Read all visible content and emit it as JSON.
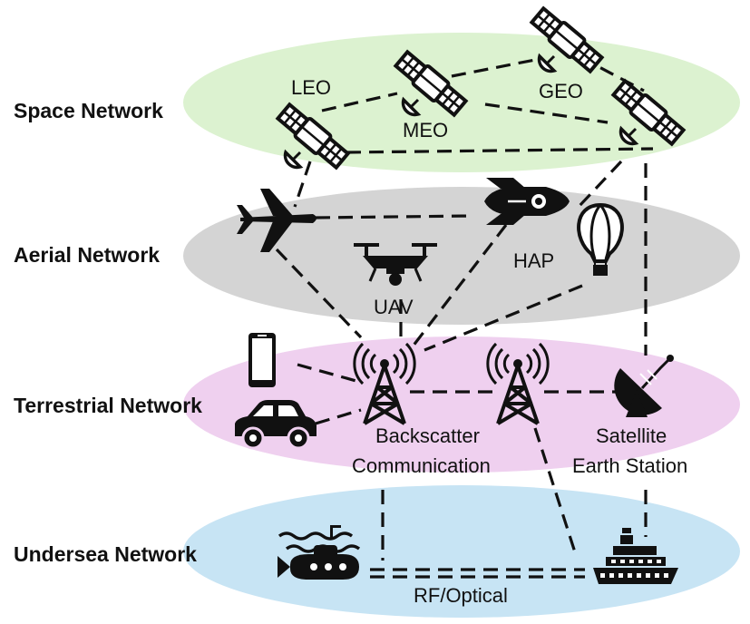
{
  "layers": {
    "space": "Space Network",
    "aerial": "Aerial Network",
    "terrestrial": "Terrestrial Network",
    "undersea": "Undersea Network"
  },
  "labels": {
    "leo": "LEO",
    "meo": "MEO",
    "geo": "GEO",
    "hap": "HAP",
    "uav": "UAV",
    "backscatter_line1": "Backscatter",
    "backscatter_line2": "Communication",
    "satellite_line1": "Satellite",
    "satellite_line2": "Earth Station",
    "rf_optical": "RF/Optical"
  },
  "colors": {
    "space": "#dcf2d0",
    "aerial": "#d4d4d4",
    "terrestrial": "#efd0ef",
    "undersea": "#c7e4f4",
    "ink": "#111111"
  },
  "icons": [
    "satellite-icon",
    "airplane-icon",
    "rocket-icon",
    "balloon-icon",
    "drone-icon",
    "phone-icon",
    "car-icon",
    "cell-tower-icon",
    "satellite-dish-icon",
    "submarine-icon",
    "ship-icon"
  ]
}
